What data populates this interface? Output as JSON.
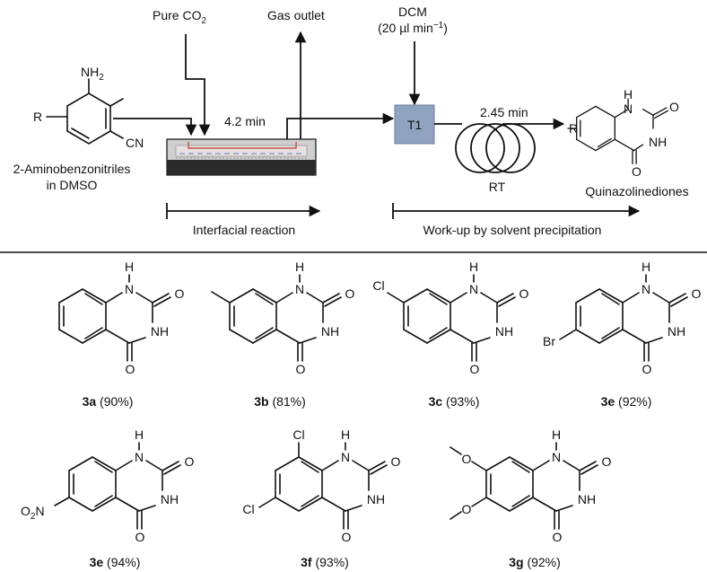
{
  "scheme": {
    "reactant": {
      "r": "R",
      "nh2": "NH",
      "nh2_sub": "2",
      "cn": "CN",
      "name_line1": "2-Aminobenzonitriles",
      "name_line2": "in DMSO"
    },
    "co2_in": {
      "text": "Pure CO",
      "sub": "2"
    },
    "gas_outlet": "Gas outlet",
    "reactor_time": "4.2 min",
    "dcm": {
      "line1": "DCM",
      "line2_pre": "(20 µl min",
      "line2_sup": "−1",
      "line2_post": ")"
    },
    "mixer": "T1",
    "coil_time": "2.45 min",
    "coil_temp": "RT",
    "product": {
      "r": "R",
      "name": "Quinazolinediones"
    },
    "stage1": "Interfacial reaction",
    "stage2": "Work-up by solvent precipitation"
  },
  "atoms": {
    "h": "H",
    "n": "N",
    "nh": "NH",
    "o": "O",
    "cl": "Cl",
    "br": "Br",
    "o2n_o": "O",
    "o2n_sub": "2",
    "o2n_n": "N"
  },
  "products": [
    {
      "id": "3a",
      "yield": "(90%)"
    },
    {
      "id": "3b",
      "yield": "(81%)"
    },
    {
      "id": "3c",
      "yield": "(93%)"
    },
    {
      "id": "3e",
      "yield": "(92%)"
    },
    {
      "id": "3e",
      "yield": "(94%)"
    },
    {
      "id": "3f",
      "yield": "(93%)"
    },
    {
      "id": "3g",
      "yield": "(92%)"
    }
  ]
}
